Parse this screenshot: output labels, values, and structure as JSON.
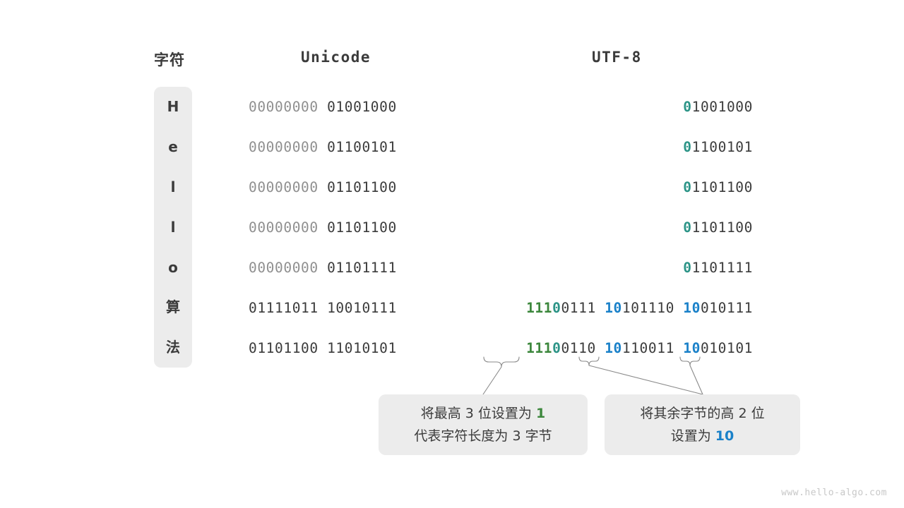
{
  "headers": {
    "character": "字符",
    "unicode": "Unicode",
    "utf8": "UTF-8"
  },
  "rows": [
    {
      "char": "H",
      "unicode_high": "00000000",
      "unicode_low": "01001000",
      "utf8_bytes": [
        {
          "prefix": "0",
          "prefix_color": "teal",
          "rest": "1001000"
        }
      ]
    },
    {
      "char": "e",
      "unicode_high": "00000000",
      "unicode_low": "01100101",
      "utf8_bytes": [
        {
          "prefix": "0",
          "prefix_color": "teal",
          "rest": "1100101"
        }
      ]
    },
    {
      "char": "l",
      "unicode_high": "00000000",
      "unicode_low": "01101100",
      "utf8_bytes": [
        {
          "prefix": "0",
          "prefix_color": "teal",
          "rest": "1101100"
        }
      ]
    },
    {
      "char": "l",
      "unicode_high": "00000000",
      "unicode_low": "01101100",
      "utf8_bytes": [
        {
          "prefix": "0",
          "prefix_color": "teal",
          "rest": "1101100"
        }
      ]
    },
    {
      "char": "o",
      "unicode_high": "00000000",
      "unicode_low": "01101111",
      "utf8_bytes": [
        {
          "prefix": "0",
          "prefix_color": "teal",
          "rest": "1101111"
        }
      ]
    },
    {
      "char": "算",
      "unicode_high": "01111011",
      "unicode_low": "10010111",
      "utf8_bytes": [
        {
          "prefix": "111",
          "prefix_color": "green",
          "prefix2": "0",
          "prefix2_color": "teal",
          "rest": "0111"
        },
        {
          "prefix": "10",
          "prefix_color": "blue",
          "rest": "101110"
        },
        {
          "prefix": "10",
          "prefix_color": "blue",
          "rest": "010111"
        }
      ]
    },
    {
      "char": "法",
      "unicode_high": "01101100",
      "unicode_low": "11010101",
      "utf8_bytes": [
        {
          "prefix": "111",
          "prefix_color": "green",
          "prefix2": "0",
          "prefix2_color": "teal",
          "rest": "0110"
        },
        {
          "prefix": "10",
          "prefix_color": "blue",
          "rest": "110011"
        },
        {
          "prefix": "10",
          "prefix_color": "blue",
          "rest": "010101"
        }
      ]
    }
  ],
  "row_text": {
    "r0_unicode": "00000000 01001000",
    "r1_unicode": "00000000 01100101",
    "r2_unicode": "00000000 01101100",
    "r3_unicode": "00000000 01101100",
    "r4_unicode": "00000000 01101111",
    "r5_unicode": "01111011 10010111",
    "r6_unicode": "01101100 11010101"
  },
  "callouts": [
    {
      "line1_a": "将最高 3 位设置为 ",
      "line1_hl": "1",
      "line2": "代表字符长度为 3 字节"
    },
    {
      "line1": "将其余字节的高 2 位",
      "line2_a": "设置为 ",
      "line2_hl": "10"
    }
  ],
  "watermark": "www.hello-algo.com",
  "colors": {
    "green": "#3c873c",
    "teal": "#2c9487",
    "blue": "#1a81c9",
    "dark": "#3b3b3b",
    "dim": "#8f8f8f",
    "panel": "#ececec",
    "background": "#ffffff",
    "connector": "#8a8a8a",
    "watermark": "#c8c8c8"
  }
}
